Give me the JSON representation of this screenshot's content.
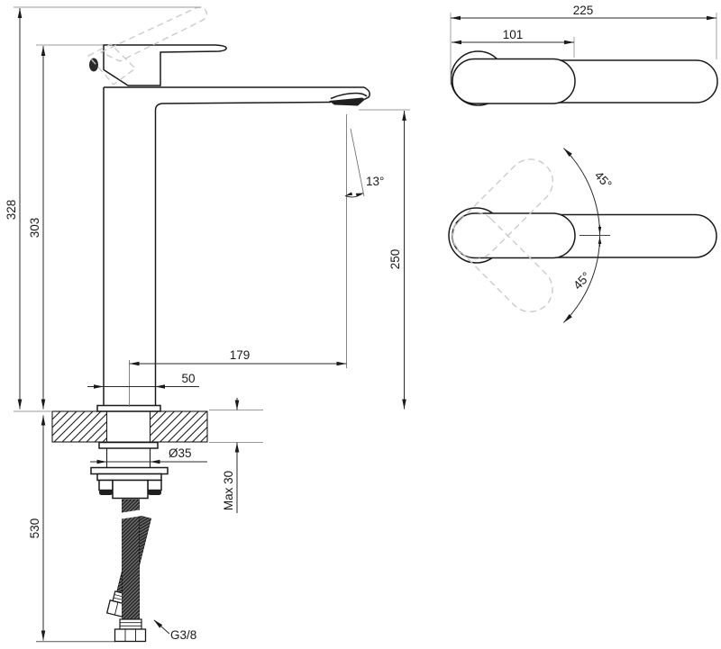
{
  "drawing": {
    "subject": "tall single-lever basin mixer faucet technical drawing",
    "colors": {
      "line": "#1a1a1a",
      "ghost": "#c8c8c8",
      "background": "#ffffff",
      "hose": "#2e2e2e"
    }
  },
  "side_view": {
    "overall_height": "328",
    "height_to_handle": "303",
    "spout_outlet_height": "250",
    "spout_reach": "179",
    "body_width": "50",
    "hole_diameter": "Ø35",
    "max_deck_thickness": "Max 30",
    "height_below_deck": "530",
    "aerator_angle": "13°",
    "hose_thread": "G3/8"
  },
  "top_view": {
    "overall_length": "225",
    "handle_length": "101"
  },
  "swivel_view": {
    "swivel_up": "45°",
    "swivel_down": "45°"
  }
}
